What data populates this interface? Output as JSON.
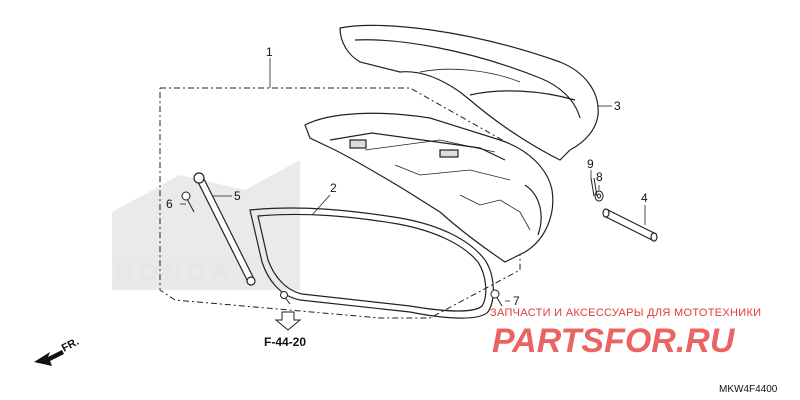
{
  "callouts": [
    {
      "id": "1",
      "text": "1"
    },
    {
      "id": "2",
      "text": "2"
    },
    {
      "id": "3",
      "text": "3"
    },
    {
      "id": "4",
      "text": "4"
    },
    {
      "id": "5",
      "text": "5"
    },
    {
      "id": "6",
      "text": "6"
    },
    {
      "id": "7",
      "text": "7"
    },
    {
      "id": "8",
      "text": "8"
    },
    {
      "id": "9",
      "text": "9"
    }
  ],
  "reference": "F-44-20",
  "direction": "FR.",
  "diagram_code": "MKW4F4400",
  "watermark": {
    "tagline": "ЗАПЧАСТИ И АКСЕССУАРЫ ДЛЯ МОТОТЕХНИКИ",
    "brand": "PARTSFOR.RU",
    "brand_color": "#e84a4a",
    "background_mark": "HONDA"
  }
}
